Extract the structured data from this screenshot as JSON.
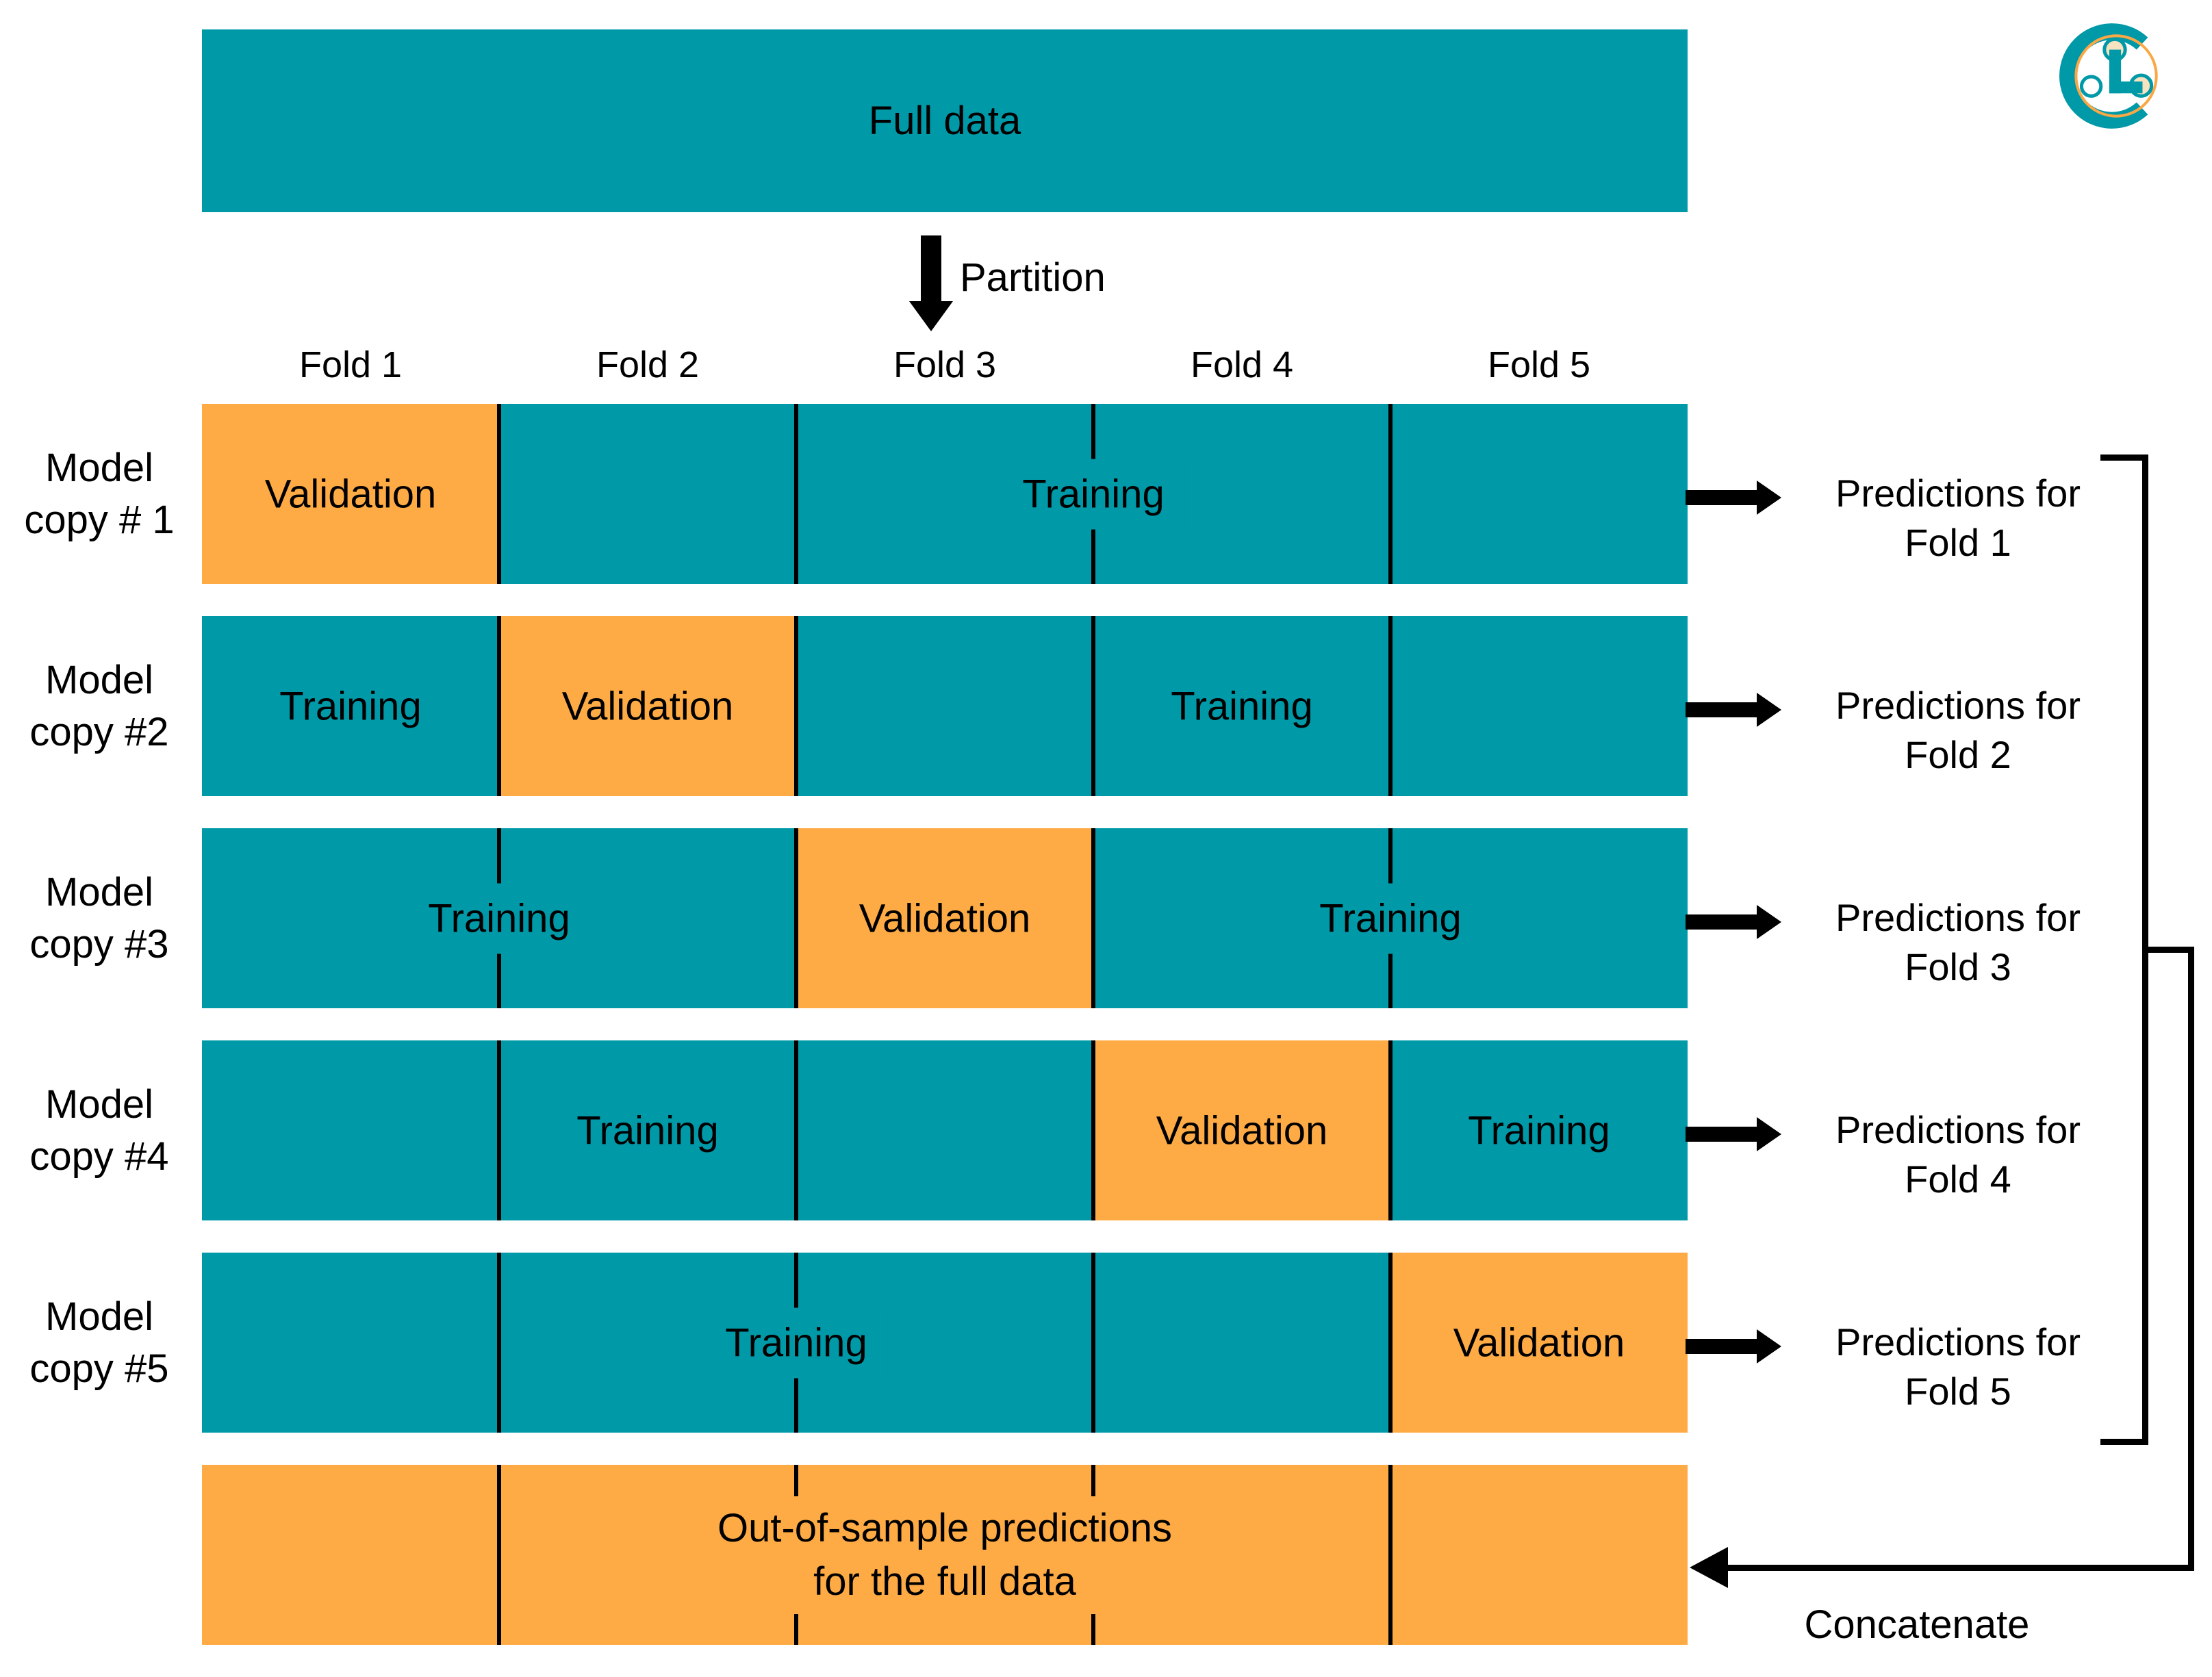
{
  "colors": {
    "teal": "#0099A8",
    "orange": "#FFAB45",
    "line_black": "#000000",
    "logo_orange": "#F9A845",
    "logo_cream": "#F7E3C0"
  },
  "icons": {
    "logo": "brand-logo-icon",
    "partition": "down-arrow-icon",
    "row_output": "right-arrow-icon",
    "concatenate": "left-arrow-icon"
  },
  "top_bar": {
    "label": "Full data"
  },
  "partition": {
    "label": "Partition"
  },
  "fold_headers": [
    "Fold 1",
    "Fold 2",
    "Fold 3",
    "Fold 4",
    "Fold 5"
  ],
  "rows": [
    {
      "label": {
        "line1": "Model",
        "line2": "copy # 1"
      },
      "segments": [
        {
          "kind": "validation",
          "label": "Validation"
        },
        {
          "kind": "training",
          "label": "Training"
        }
      ]
    },
    {
      "label": {
        "line1": "Model",
        "line2": "copy #2"
      },
      "segments": [
        {
          "kind": "training",
          "label": "Training"
        },
        {
          "kind": "validation",
          "label": "Validation"
        },
        {
          "kind": "training",
          "label": "Training"
        }
      ]
    },
    {
      "label": {
        "line1": "Model",
        "line2": "copy #3"
      },
      "segments": [
        {
          "kind": "training",
          "label": "Training"
        },
        {
          "kind": "validation",
          "label": "Validation"
        },
        {
          "kind": "training",
          "label": "Training"
        }
      ]
    },
    {
      "label": {
        "line1": "Model",
        "line2": "copy #4"
      },
      "segments": [
        {
          "kind": "training",
          "label": "Training"
        },
        {
          "kind": "validation",
          "label": "Validation"
        },
        {
          "kind": "training",
          "label": "Training"
        }
      ]
    },
    {
      "label": {
        "line1": "Model",
        "line2": "copy #5"
      },
      "segments": [
        {
          "kind": "training",
          "label": "Training"
        },
        {
          "kind": "validation",
          "label": "Validation"
        }
      ]
    }
  ],
  "predictions": [
    {
      "line1": "Predictions for",
      "line2": "Fold 1"
    },
    {
      "line1": "Predictions for",
      "line2": "Fold 2"
    },
    {
      "line1": "Predictions for",
      "line2": "Fold 3"
    },
    {
      "line1": "Predictions for",
      "line2": "Fold 4"
    },
    {
      "line1": "Predictions for",
      "line2": "Fold 5"
    }
  ],
  "bottom_bar": {
    "line1": "Out-of-sample predictions",
    "line2": "for the full data"
  },
  "concatenate": {
    "label": "Concatenate"
  }
}
